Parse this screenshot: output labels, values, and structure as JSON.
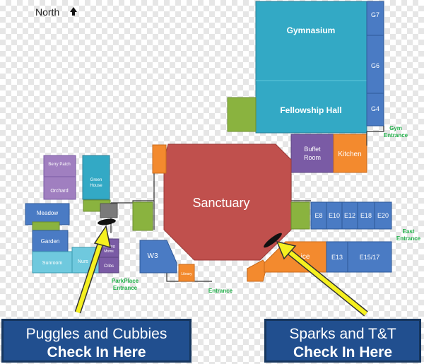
{
  "north_label": "North",
  "rooms": {
    "gymnasium": "Gymnasium",
    "fellowship_hall": "Fellowship Hall",
    "g7": "G7",
    "g6": "G6",
    "g4": "G4",
    "buffet_room_1": "Buffet",
    "buffet_room_2": "Room",
    "kitchen": "Kitchen",
    "sanctuary": "Sanctuary",
    "e8": "E8",
    "e10": "E10",
    "e12": "E12",
    "e18": "E18",
    "e20": "E20",
    "e13": "E13",
    "e15_17": "E15/17",
    "ice": "ice",
    "berry_patch": "Berry Patch",
    "orchard": "Orchard",
    "green_house_1": "Green",
    "green_house_2": "House",
    "meadow": "Meadow",
    "garden": "Garden",
    "sunroom": "Sunroom",
    "nursery": "Nurs",
    "nursing_moms_1": "Nursing",
    "nursing_moms_2": "Moms",
    "cribs": "Cribs",
    "w3": "W3",
    "library": "Library"
  },
  "entrances": {
    "gym_1": "Gym",
    "gym_2": "Entrance",
    "east_1": "East",
    "east_2": "Entrance",
    "parkplace_1": "ParkPlace",
    "parkplace_2": "Entrance",
    "main": "Entrance"
  },
  "callouts": {
    "left": {
      "line1": "Puggles and Cubbies",
      "line2": "Check In Here"
    },
    "right": {
      "line1": "Sparks and T&T",
      "line2": "Check In Here"
    }
  },
  "colors": {
    "teal": "#33a9c5",
    "blue": "#4a7bc4",
    "purple": "#7a5ba5",
    "orange": "#f38a2e",
    "green": "#8ab33f",
    "red": "#c0504d",
    "light_blue": "#6fc9de",
    "entrance_text": "#22b04a",
    "banner": "#214f8f",
    "arrow": "#f5f01f"
  }
}
